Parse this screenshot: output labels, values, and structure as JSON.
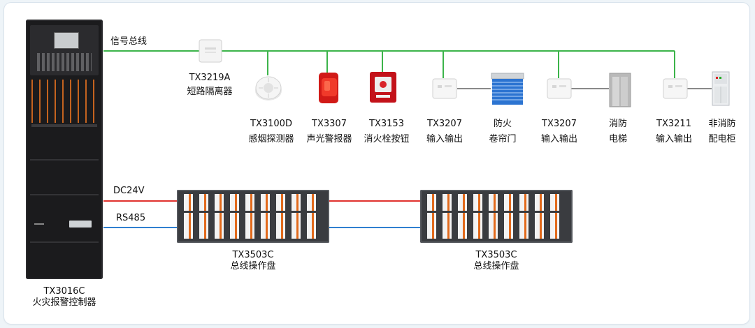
{
  "title": "",
  "colors": {
    "signal_bus": "#3cb44a",
    "dc24v": "#e0322e",
    "rs485": "#2f7fd0",
    "grey_link": "#8a8a8a"
  },
  "controller": {
    "model": "TX3016C",
    "name": "火灾报警控制器"
  },
  "bus": {
    "label": "信号总线"
  },
  "isolator": {
    "model": "TX3219A",
    "name": "短路隔离器",
    "icon": "isolator-module-icon"
  },
  "devices": [
    {
      "model": "TX3100D",
      "name": "感烟探测器",
      "icon": "smoke-detector-icon"
    },
    {
      "model": "TX3307",
      "name": "声光警报器",
      "icon": "alarm-siren-icon"
    },
    {
      "model": "TX3153",
      "name": "消火栓按钮",
      "icon": "hydrant-button-icon"
    },
    {
      "model": "TX3207",
      "name": "输入输出",
      "icon": "io-module-icon"
    },
    {
      "model": "",
      "name_lines": [
        "防火",
        "卷帘门"
      ],
      "icon": "fire-shutter-icon"
    },
    {
      "model": "TX3207",
      "name": "输入输出",
      "icon": "io-module-icon"
    },
    {
      "model": "",
      "name_lines": [
        "消防",
        "电梯"
      ],
      "icon": "elevator-icon"
    },
    {
      "model": "TX3211",
      "name": "输入输出",
      "icon": "io-module-icon"
    },
    {
      "model": "",
      "name_lines": [
        "非消防",
        "配电柜"
      ],
      "icon": "distribution-cabinet-icon"
    }
  ],
  "power_lines": {
    "dc": "DC24V",
    "rs": "RS485"
  },
  "panels": [
    {
      "model": "TX3503C",
      "name": "总线操作盘"
    },
    {
      "model": "TX3503C",
      "name": "总线操作盘"
    }
  ]
}
